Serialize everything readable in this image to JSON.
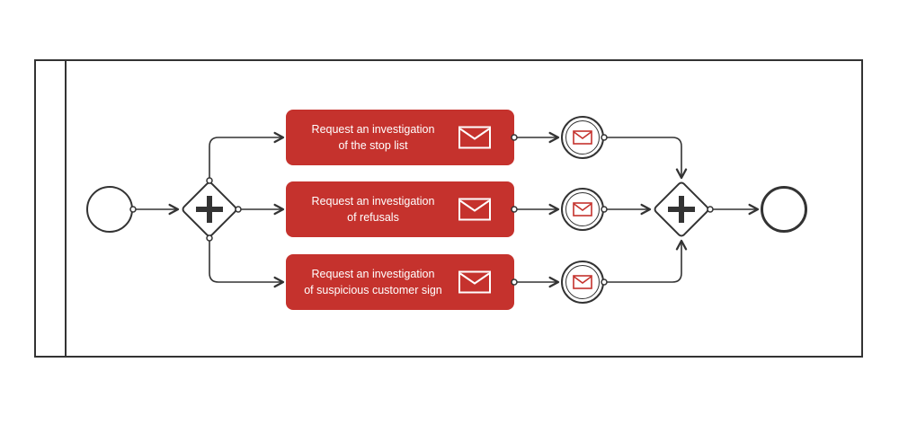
{
  "diagram": {
    "kind": "bpmn-process",
    "colors": {
      "task_fill": "#c5322d",
      "stroke": "#333333",
      "task_text": "#ffffff"
    },
    "split_gateway": {
      "type": "parallel-gateway",
      "symbol": "+"
    },
    "join_gateway": {
      "type": "parallel-gateway",
      "symbol": "+"
    },
    "tasks": [
      {
        "line1": "Request an investigation",
        "line2": "of the stop list",
        "icon": "envelope-icon"
      },
      {
        "line1": "Request an investigation",
        "line2": "of refusals",
        "icon": "envelope-icon"
      },
      {
        "line1": "Request an investigation",
        "line2": "of suspicious customer sign",
        "icon": "envelope-icon"
      }
    ],
    "message_events": [
      {
        "icon": "envelope-icon"
      },
      {
        "icon": "envelope-icon"
      },
      {
        "icon": "envelope-icon"
      }
    ]
  }
}
